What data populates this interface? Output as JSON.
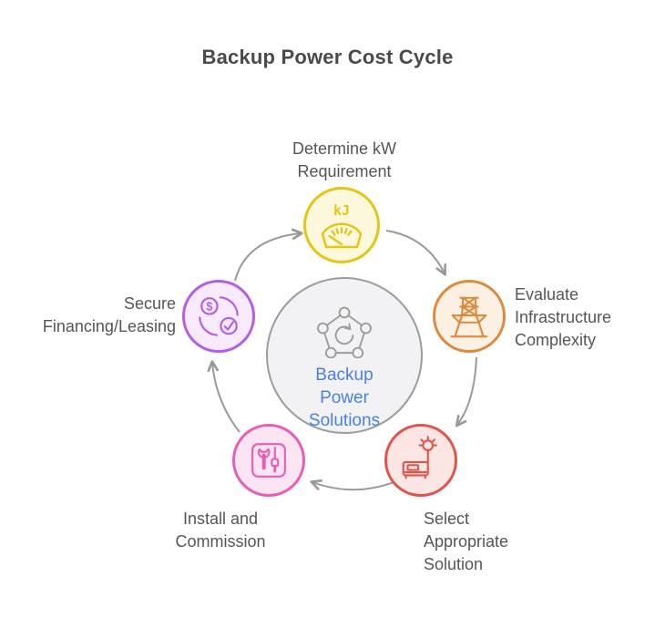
{
  "title": "Backup Power Cost Cycle",
  "center": {
    "label": "Backup\nPower\nSolutions",
    "icon": "cycle-pentagon-icon",
    "text_color": "#4a80e0",
    "fill": "#f2f2f4",
    "border": "#9c9c9c",
    "icon_color": "#9e9e9e"
  },
  "steps": [
    {
      "id": "determine-kw-requirement",
      "label": "Determine kW\nRequirement",
      "icon": "energy-gauge-icon",
      "icon_text": "kJ",
      "color": "#e5c514",
      "fill": "#fbf8dc",
      "position": "top"
    },
    {
      "id": "evaluate-infrastructure-complexity",
      "label": "Evaluate\nInfrastructure\nComplexity",
      "icon": "transmission-tower-icon",
      "color": "#dd8a3c",
      "fill": "#fbf0e2",
      "position": "right"
    },
    {
      "id": "select-appropriate-solution",
      "label": "Select\nAppropriate\nSolution",
      "icon": "generator-bulb-icon",
      "color": "#e1544b",
      "fill": "#fbe6e4",
      "position": "bottom-right"
    },
    {
      "id": "install-and-commission",
      "label": "Install and\nCommission",
      "icon": "wrench-tools-icon",
      "color": "#e95cb5",
      "fill": "#fbe5f2",
      "position": "bottom-left"
    },
    {
      "id": "secure-financing-leasing",
      "label": "Secure\nFinancing/Leasing",
      "icon": "financing-check-icon",
      "icon_text": "$",
      "color": "#b55ce6",
      "fill": "#f6eafc",
      "position": "left"
    }
  ],
  "arrows": {
    "color": "#999999",
    "direction": "clockwise"
  }
}
